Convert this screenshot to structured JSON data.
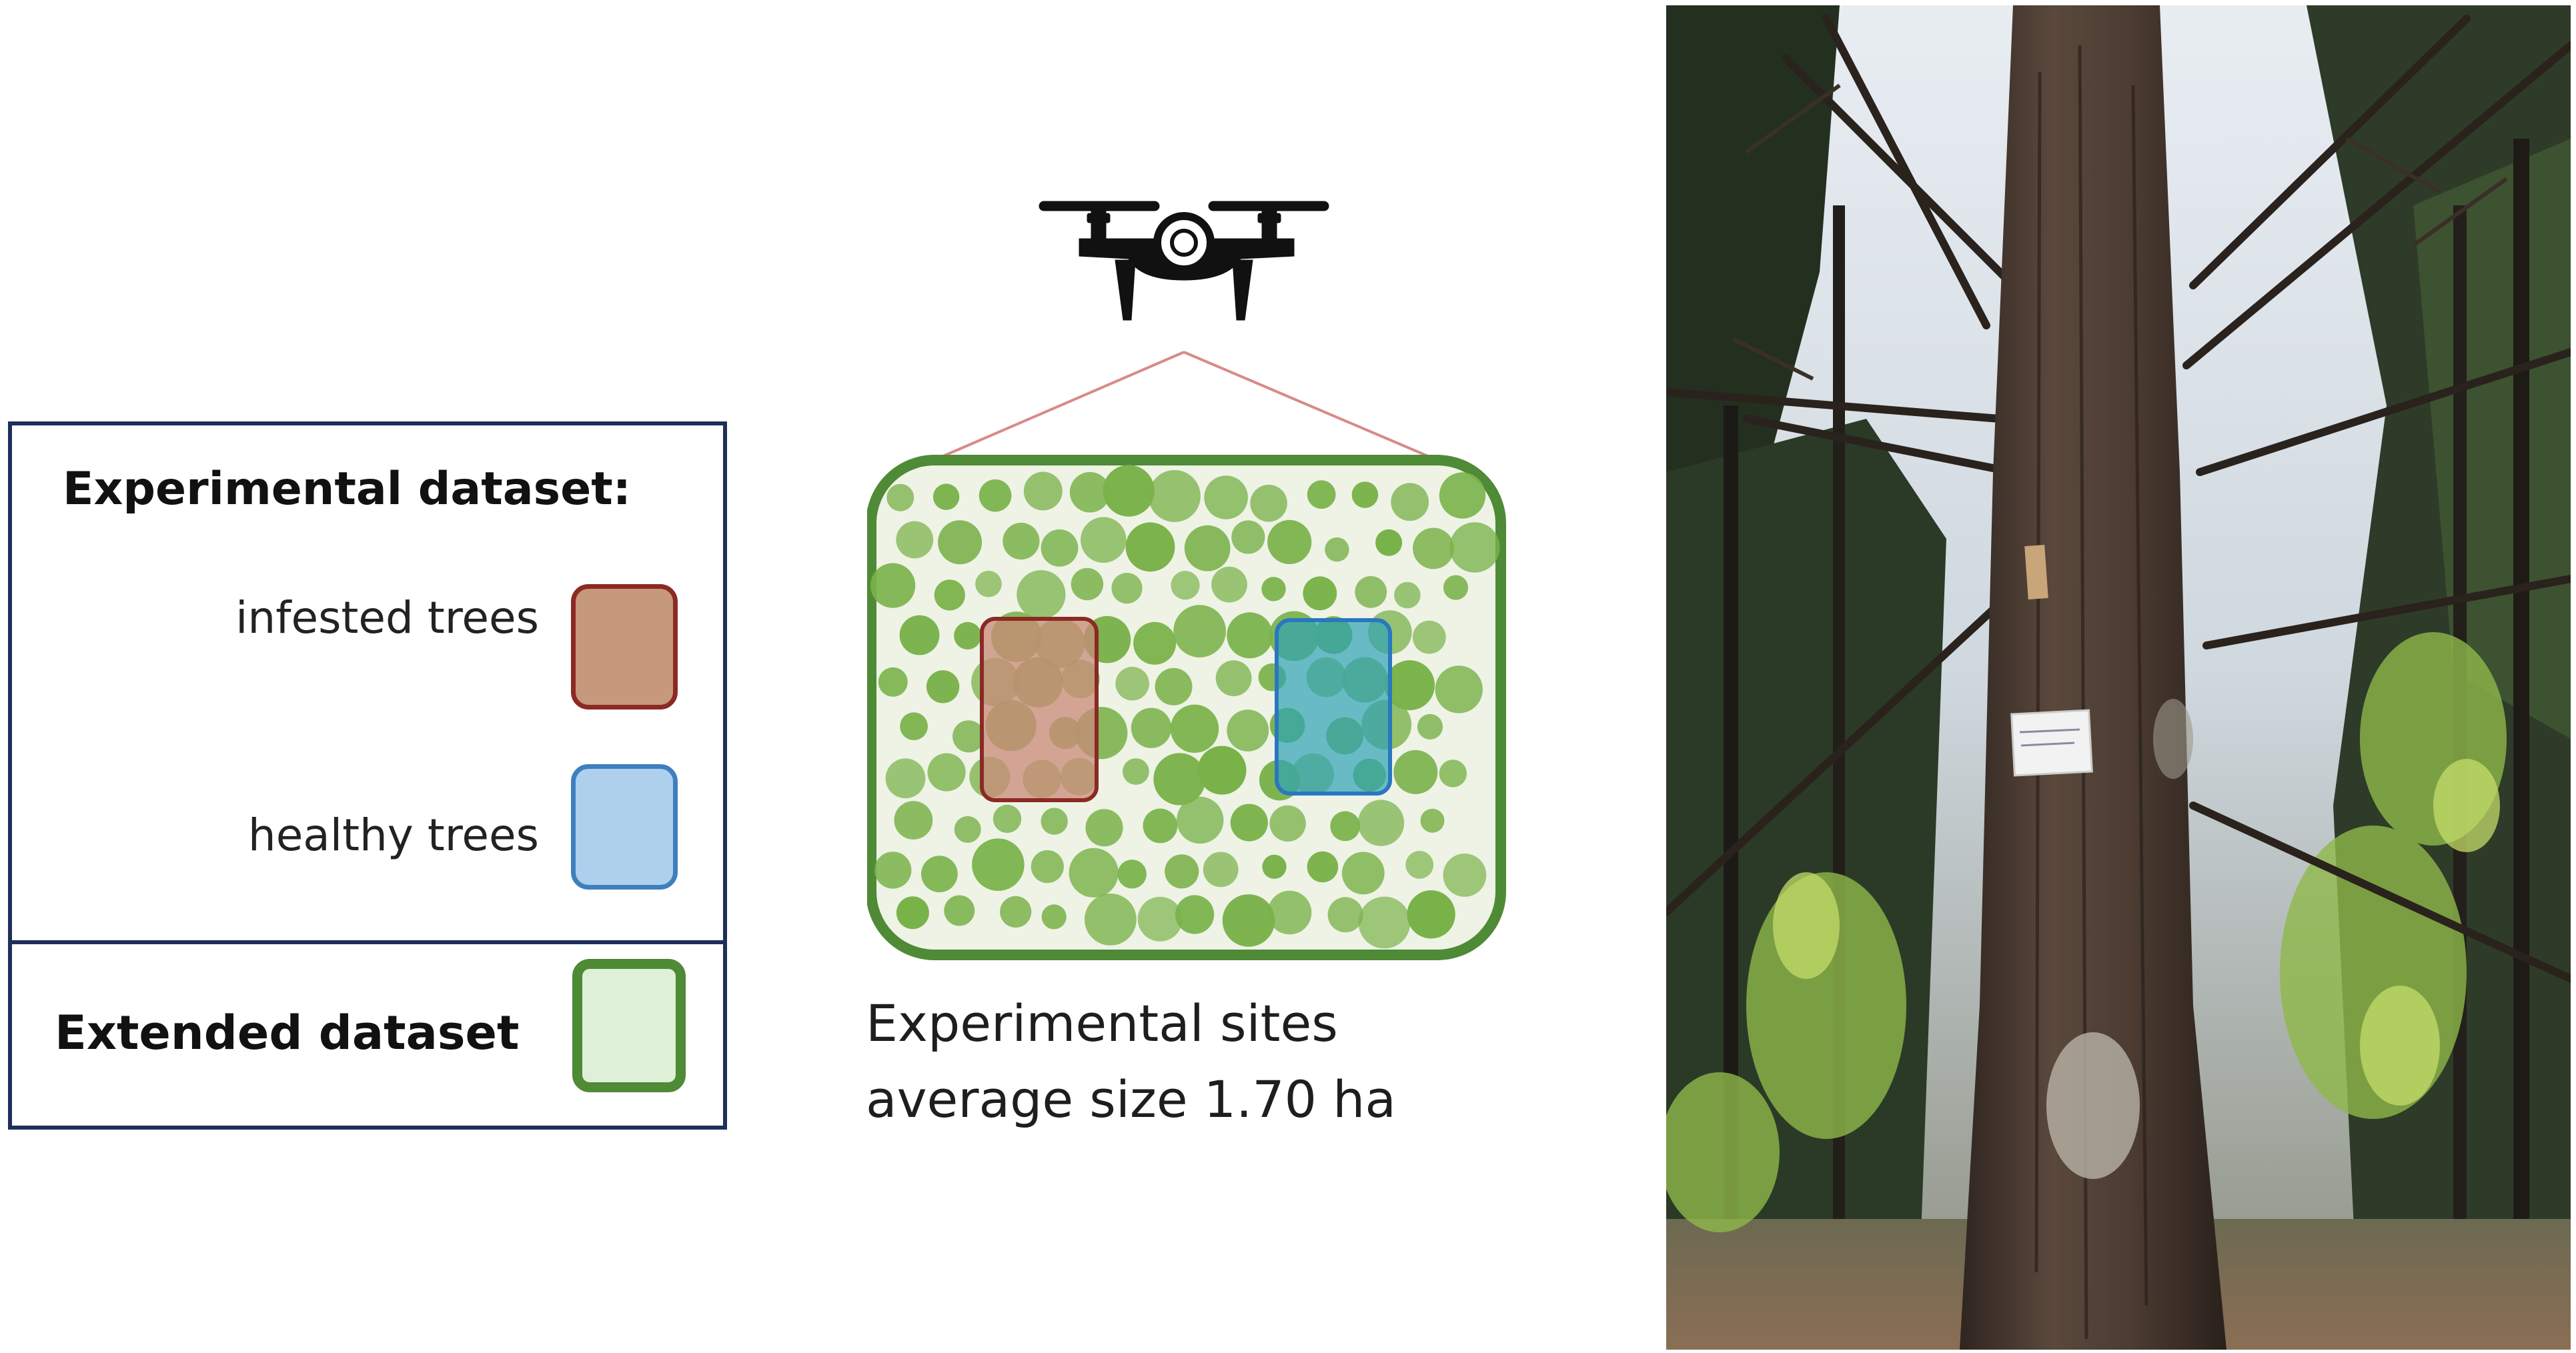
{
  "legend": {
    "title": "Experimental dataset:",
    "items": [
      {
        "label": "infested trees",
        "fill": "#c6987c",
        "border": "#8b2a24"
      },
      {
        "label": "healthy trees",
        "fill": "#aed0ec",
        "border": "#3e7fbe"
      }
    ],
    "extended": {
      "label": "Extended dataset",
      "fill": "#dff0d8",
      "border": "#4f8a36"
    }
  },
  "diagram": {
    "icon": "drone-icon",
    "caption_line1": "Experimental sites",
    "caption_line2": "average size 1.70  ha",
    "colors": {
      "site_border": "#4f8a36",
      "site_fill": "#eef3e6",
      "tree": "#7ab24a",
      "infested_box": "#c98a78",
      "healthy_box": "#2fa3b5",
      "view_lines": "#d88a8a"
    }
  },
  "photo": {
    "subject": "spruce-trunk-photo",
    "colors": {
      "sky": "#dfe6ee",
      "bark": "#4a3a30",
      "foliage": "#5f7f3a"
    }
  }
}
